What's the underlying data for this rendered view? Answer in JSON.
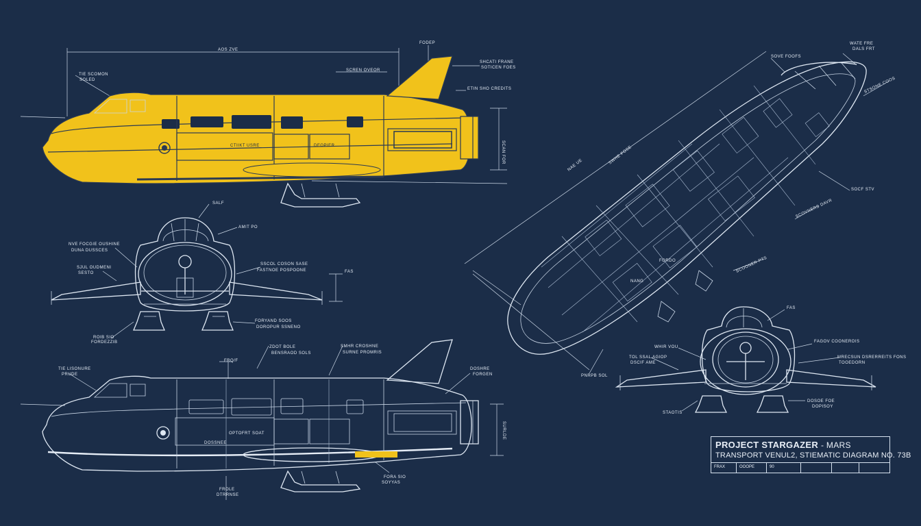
{
  "title_block": {
    "project_name": "PROJECT STARGAZER",
    "project_suffix": "- MARS",
    "subtitle": "TRANSPORT VENUL2, STIEMATIC DIAGRAM NO. 73B",
    "fields": [
      "FRAX",
      "OOOPE",
      "90"
    ]
  },
  "views": {
    "side_yellow": {
      "dim_top": "AOS ZVE"
    },
    "side_outline": {
      "dim_top": "FRQ/F"
    },
    "front_left": {
      "dim_top": "SALF"
    },
    "front_right": {
      "dim_top": "FAS"
    },
    "oblique_plan": {
      "dim_top": "NAE UE"
    }
  },
  "colors": {
    "background": "#1b2d48",
    "accent_yellow": "#f1c21b",
    "line": "#dfe8f3"
  }
}
